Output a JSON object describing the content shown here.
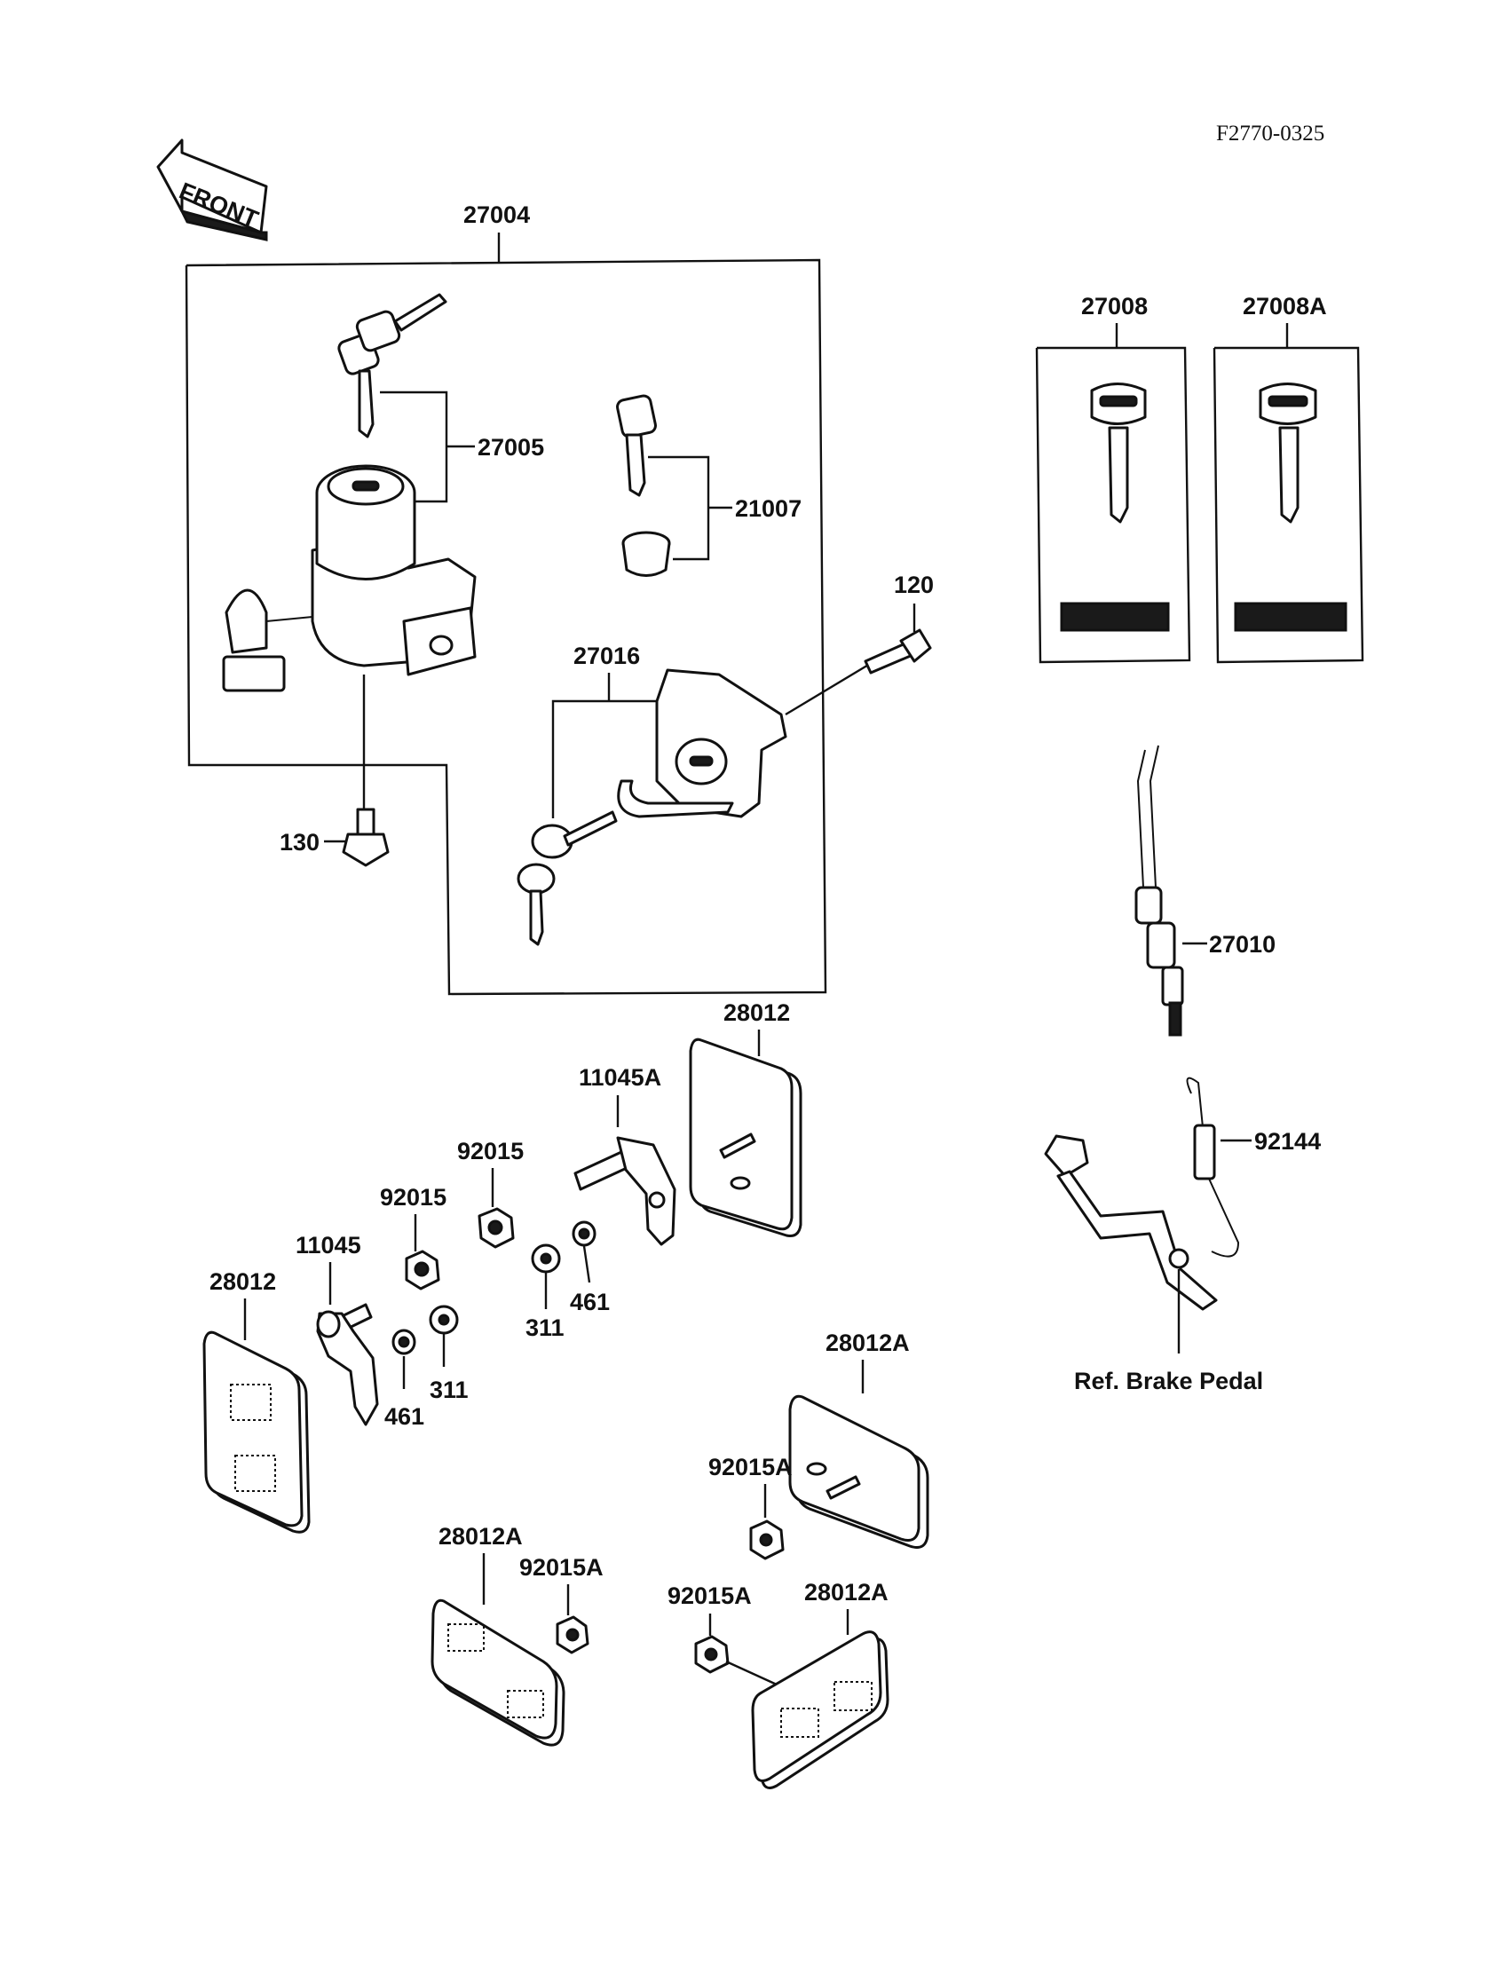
{
  "diagram_code": "F2770-0325",
  "front_arrow_label": "FRONT",
  "labels": {
    "p27004": "27004",
    "p27005": "27005",
    "p21007": "21007",
    "p27016": "27016",
    "p120": "120",
    "p130": "130",
    "p27008": "27008",
    "p27008A": "27008A",
    "p27010": "27010",
    "p92144": "92144",
    "ref_brake_pedal": "Ref. Brake Pedal",
    "p28012_right": "28012",
    "p11045A": "11045A",
    "p92015_upper": "92015",
    "p92015_lower": "92015",
    "p11045": "11045",
    "p28012_left": "28012",
    "p311_upper": "311",
    "p461_upper": "461",
    "p461_lower": "461",
    "p311_lower": "311",
    "p28012A_right": "28012A",
    "p92015A_mid": "92015A",
    "p28012A_left": "28012A",
    "p92015A_left": "92015A",
    "p92015A_bottom": "92015A",
    "p28012A_bottom": "28012A"
  }
}
